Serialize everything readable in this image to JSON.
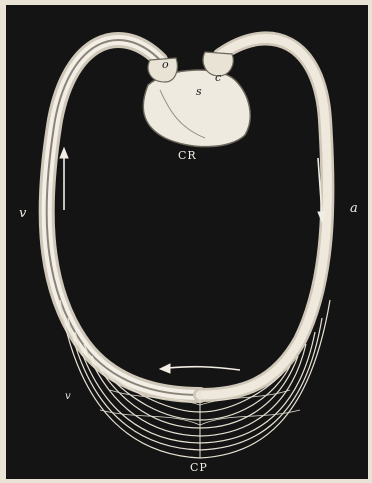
{
  "labels": {
    "heart": "CR",
    "capillaries": "CP",
    "vein": "v",
    "artery": "a",
    "vein_lower": "v",
    "auricle": "o",
    "septum": "s",
    "ventricle": "c"
  },
  "colors": {
    "background": "#141414",
    "paper": "#e9e3d6",
    "ink_light": "#f1ede4"
  }
}
